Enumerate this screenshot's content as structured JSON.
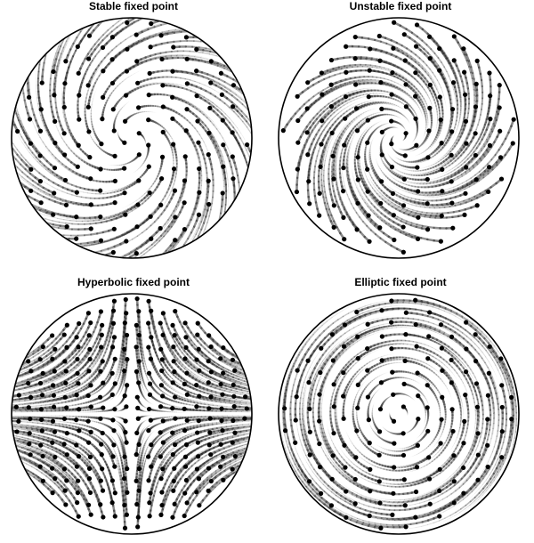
{
  "panels": [
    {
      "title": "Stable fixed point",
      "type": "stable"
    },
    {
      "title": "Unstable fixed point",
      "type": "unstable"
    },
    {
      "title": "Hyperbolic fixed point",
      "type": "hyperbolic"
    },
    {
      "title": "Elliptic fixed point",
      "type": "elliptic"
    }
  ],
  "colors": {
    "circle": "#000000",
    "dot": "#000000",
    "trail_dark": "#222222",
    "trail_light": "#ffffff"
  }
}
